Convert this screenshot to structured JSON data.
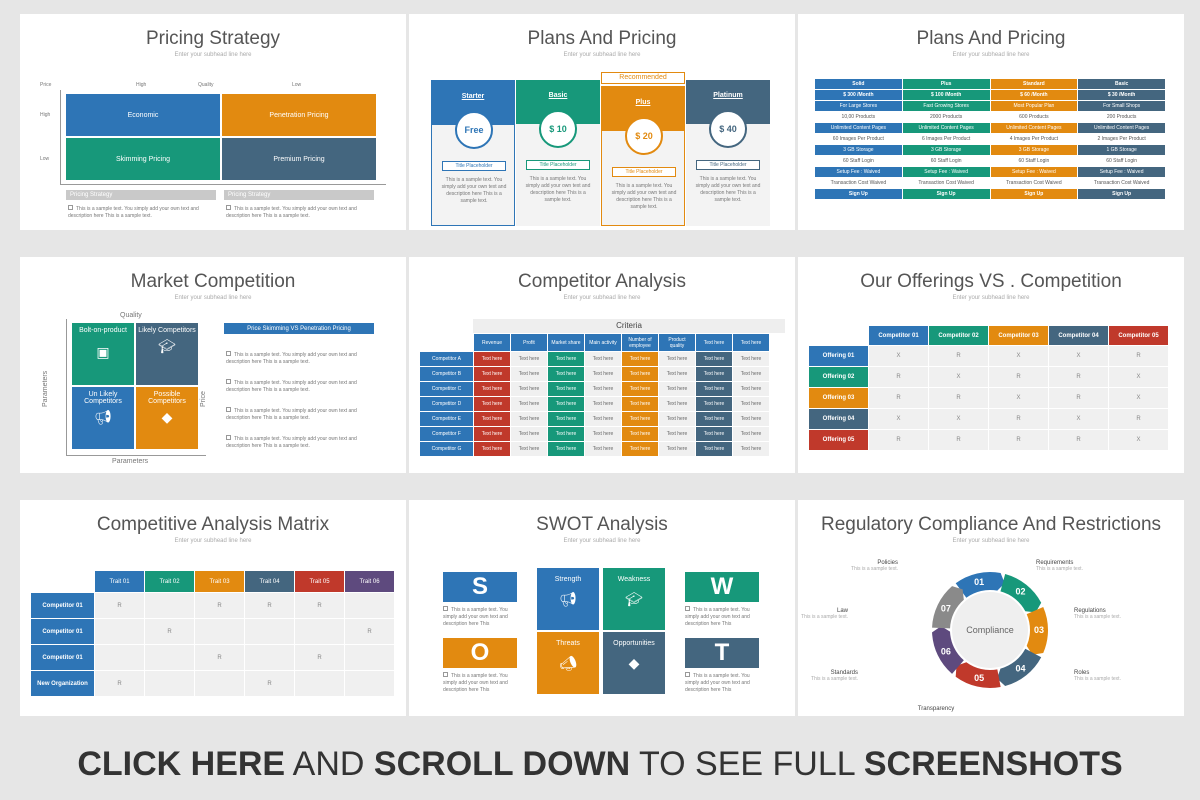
{
  "slides": {
    "pricing_strategy": {
      "title": "Pricing Strategy",
      "sub": "Enter your subhead line here",
      "axis_price": "Price",
      "axis_quality": "Quality",
      "col_high": "High",
      "col_low": "Low",
      "row_high": "High",
      "row_low": "Low",
      "cells": [
        "Economic",
        "Penetration Pricing",
        "Skimming Pricing",
        "Premium Pricing"
      ],
      "bars": [
        "Pricing Strategy",
        "Pricing Strategy"
      ],
      "desc": "This is a sample text. You simply add your own text and description here This is a sample text."
    },
    "plans_pricing_1": {
      "title": "Plans And Pricing",
      "sub": "Enter your subhead line here",
      "recommended": "Recommended",
      "plans": [
        {
          "name": "Starter",
          "price": "Free"
        },
        {
          "name": "Basic",
          "price": "$ 10"
        },
        {
          "name": "Plus",
          "price": "$ 20"
        },
        {
          "name": "Platinum",
          "price": "$ 40"
        }
      ],
      "placeholder": "Title Placeholder",
      "desc": "This is a sample text. You simply add your own text and description here This is a sample text."
    },
    "plans_pricing_2": {
      "title": "Plans And Pricing",
      "sub": "Enter your subhead line here",
      "headers": [
        "Solid",
        "Plus",
        "Standard",
        "Basic"
      ],
      "prices": [
        "$ 300 /Month",
        "$ 100 /Month",
        "$ 60 /Month",
        "$ 30 /Month"
      ],
      "rows": [
        [
          "For Large Stores",
          "Fast Growing Stores",
          "Most Popular Plan",
          "For Small Shops"
        ],
        [
          "10,00 Products",
          "2000 Products",
          "600 Products",
          "200 Products"
        ],
        [
          "Unlimited Content Pages",
          "Unlimited Content Pages",
          "Unlimited Content Pages",
          "Unlimited Content Pages"
        ],
        [
          "60 Images Per Product",
          "6 Images Per Product",
          "4 Images Per Product",
          "2 Images Per Product"
        ],
        [
          "3 GB Storage",
          "3 GB Storage",
          "3 GB Storage",
          "1 GB Storage"
        ],
        [
          "60 Staff Login",
          "60 Staff Login",
          "60 Staff Login",
          "60 Staff Login"
        ],
        [
          "Setup Fee : Waived",
          "Setup Fee : Waived",
          "Setup Fee : Waived",
          "Setup Fee : Waived"
        ],
        [
          "Transaction Cost Waived",
          "Transaction Cost Waived",
          "Transaction Cost Waived",
          "Transaction Cost Waived"
        ]
      ],
      "signup": "Sign Up"
    },
    "market_competition": {
      "title": "Market Competition",
      "sub": "Enter your subhead line here",
      "axis_quality": "Quality",
      "axis_price": "Price",
      "axis_params_left": "Parameters",
      "axis_params_bottom": "Parameters",
      "cells": [
        "Bolt-on-product",
        "Likely Competitors",
        "Un Likely Competitors",
        "Possible Competitors"
      ],
      "heading": "Price Skimming VS Penetration Pricing",
      "desc": "This is a sample text. You simply add your own text and description here This is a sample text."
    },
    "competitor_analysis": {
      "title": "Competitor Analysis",
      "sub": "Enter your subhead line here",
      "criteria": "Criteria",
      "columns": [
        "Revenue",
        "Profit",
        "Market share",
        "Main activity",
        "Number of employee",
        "Product quality",
        "Text here",
        "Text here"
      ],
      "rows": [
        "Competitor A",
        "Competitor B",
        "Competitor C",
        "Competitor D",
        "Competitor E",
        "Competitor F",
        "Competitor G"
      ],
      "cell": "Text here"
    },
    "offerings": {
      "title": "Our Offerings VS . Competition",
      "sub": "Enter your subhead line here",
      "columns": [
        "Competitor 01",
        "Competitor 02",
        "Competitor 03",
        "Competitor 04",
        "Competitor 05"
      ],
      "rows": [
        {
          "name": "Offering 01",
          "vals": [
            "X",
            "R",
            "X",
            "X",
            "R"
          ]
        },
        {
          "name": "Offering 02",
          "vals": [
            "R",
            "X",
            "R",
            "R",
            "X"
          ]
        },
        {
          "name": "Offering 03",
          "vals": [
            "R",
            "R",
            "X",
            "R",
            "X"
          ]
        },
        {
          "name": "Offering 04",
          "vals": [
            "X",
            "X",
            "R",
            "X",
            "R"
          ]
        },
        {
          "name": "Offering 05",
          "vals": [
            "R",
            "R",
            "R",
            "R",
            "X"
          ]
        }
      ]
    },
    "matrix": {
      "title": "Competitive Analysis Matrix",
      "sub": "Enter your subhead line here",
      "columns": [
        "Trait 01",
        "Trait 02",
        "Trait 03",
        "Trait 04",
        "Trait 05",
        "Trait 06"
      ],
      "rows": [
        {
          "name": "Competitor 01",
          "vals": [
            "R",
            "",
            "R",
            "R",
            "R",
            ""
          ]
        },
        {
          "name": "Competitor 01",
          "vals": [
            "",
            "R",
            "",
            "",
            "",
            "R"
          ]
        },
        {
          "name": "Competitor 01",
          "vals": [
            "",
            "",
            "R",
            "",
            "R",
            ""
          ]
        },
        {
          "name": "New Organization",
          "vals": [
            "R",
            "",
            "",
            "R",
            "",
            ""
          ]
        }
      ]
    },
    "swot": {
      "title": "SWOT Analysis",
      "sub": "Enter your subhead line here",
      "letters": [
        "S",
        "W",
        "O",
        "T"
      ],
      "labels": [
        "Strength",
        "Weakness",
        "Threats",
        "Opportunities"
      ],
      "desc": "This is a sample text. You simply add your own text and description here This"
    },
    "regulatory": {
      "title": "Regulatory Compliance And Restrictions",
      "sub": "Enter your subhead line here",
      "center": "Compliance",
      "numbers": [
        "01",
        "02",
        "03",
        "04",
        "05",
        "06",
        "07"
      ],
      "labels": [
        "Policies",
        "Requirements",
        "Regulations",
        "Roles",
        "Transparency",
        "Standards",
        "Law"
      ],
      "desc": "This is a sample text."
    }
  },
  "cta": {
    "part1": "CLICK HERE",
    "part2": " AND ",
    "part3": "SCROLL DOWN",
    "part4": " TO SEE FULL ",
    "part5": "SCREENSHOTS"
  },
  "colors": {
    "blue": "#2e75b6",
    "teal": "#17987a",
    "orange": "#e28a10",
    "slate": "#44667f",
    "red": "#c0392b",
    "purple": "#5e4a7e"
  }
}
